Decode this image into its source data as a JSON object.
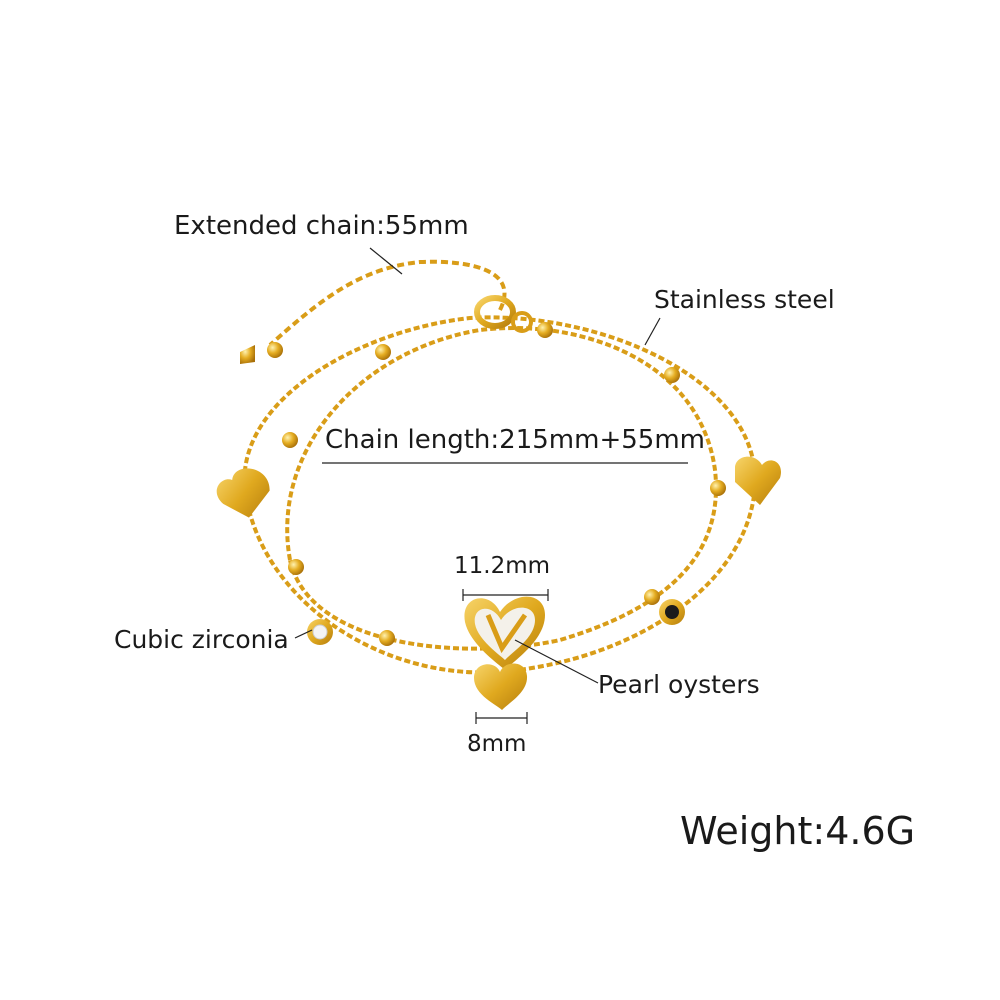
{
  "labels": {
    "extended_chain": "Extended chain:55mm",
    "material": "Stainless steel",
    "chain_length": "Chain length:215mm+55mm",
    "heart_size_large": "11.2mm",
    "stone": "Cubic zirconia",
    "shell": "Pearl oysters",
    "heart_size_small": "8mm",
    "weight": "Weight:4.6G"
  },
  "colors": {
    "gold": "#e0a91f",
    "gold_dark": "#b57d0c",
    "gold_light": "#f7d46a",
    "shell": "#f4f1ea",
    "text": "#1a1a1a"
  }
}
